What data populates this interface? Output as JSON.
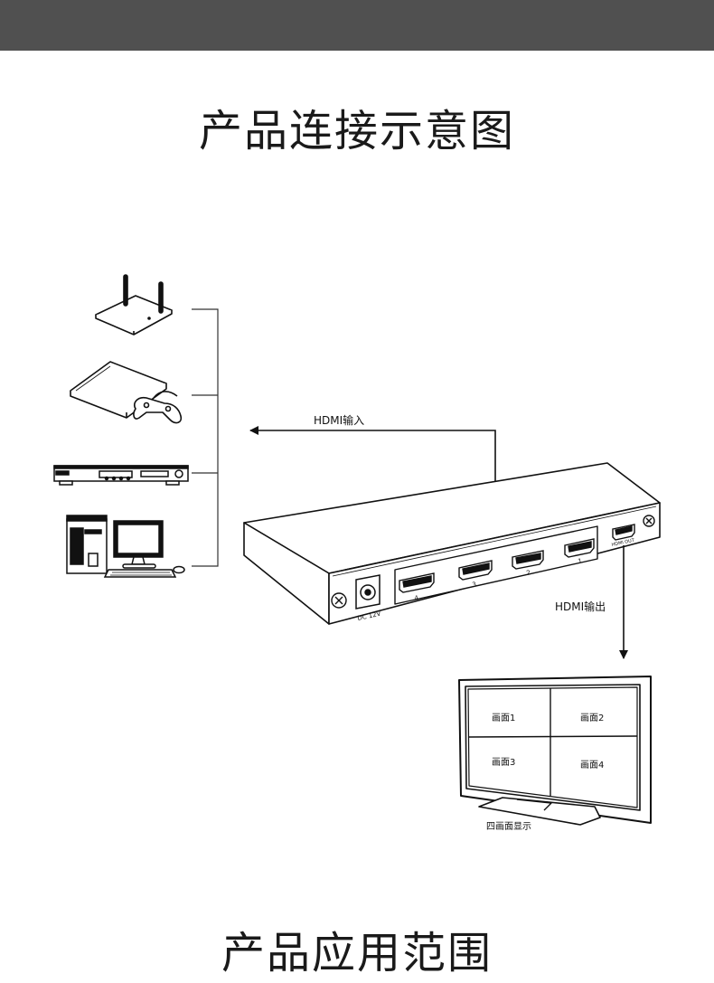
{
  "header": {
    "bar_color": "#505050"
  },
  "section_title": "产品连接示意图",
  "next_section_title": "产品应用范围",
  "diagram": {
    "input_label": "HDMI输入",
    "output_label": "HDMI输出",
    "power_label": "DC 12V",
    "hdmi_out_port_label": "HDMI OUT",
    "port_numbers": [
      "4",
      "3",
      "2",
      "1"
    ],
    "monitor": {
      "panes": [
        "画面1",
        "画面2",
        "画面3",
        "画面4"
      ],
      "caption": "四画面显示"
    },
    "sources": [
      "router-icon",
      "game-console-icon",
      "dvd-player-icon",
      "desktop-pc-icon"
    ]
  }
}
